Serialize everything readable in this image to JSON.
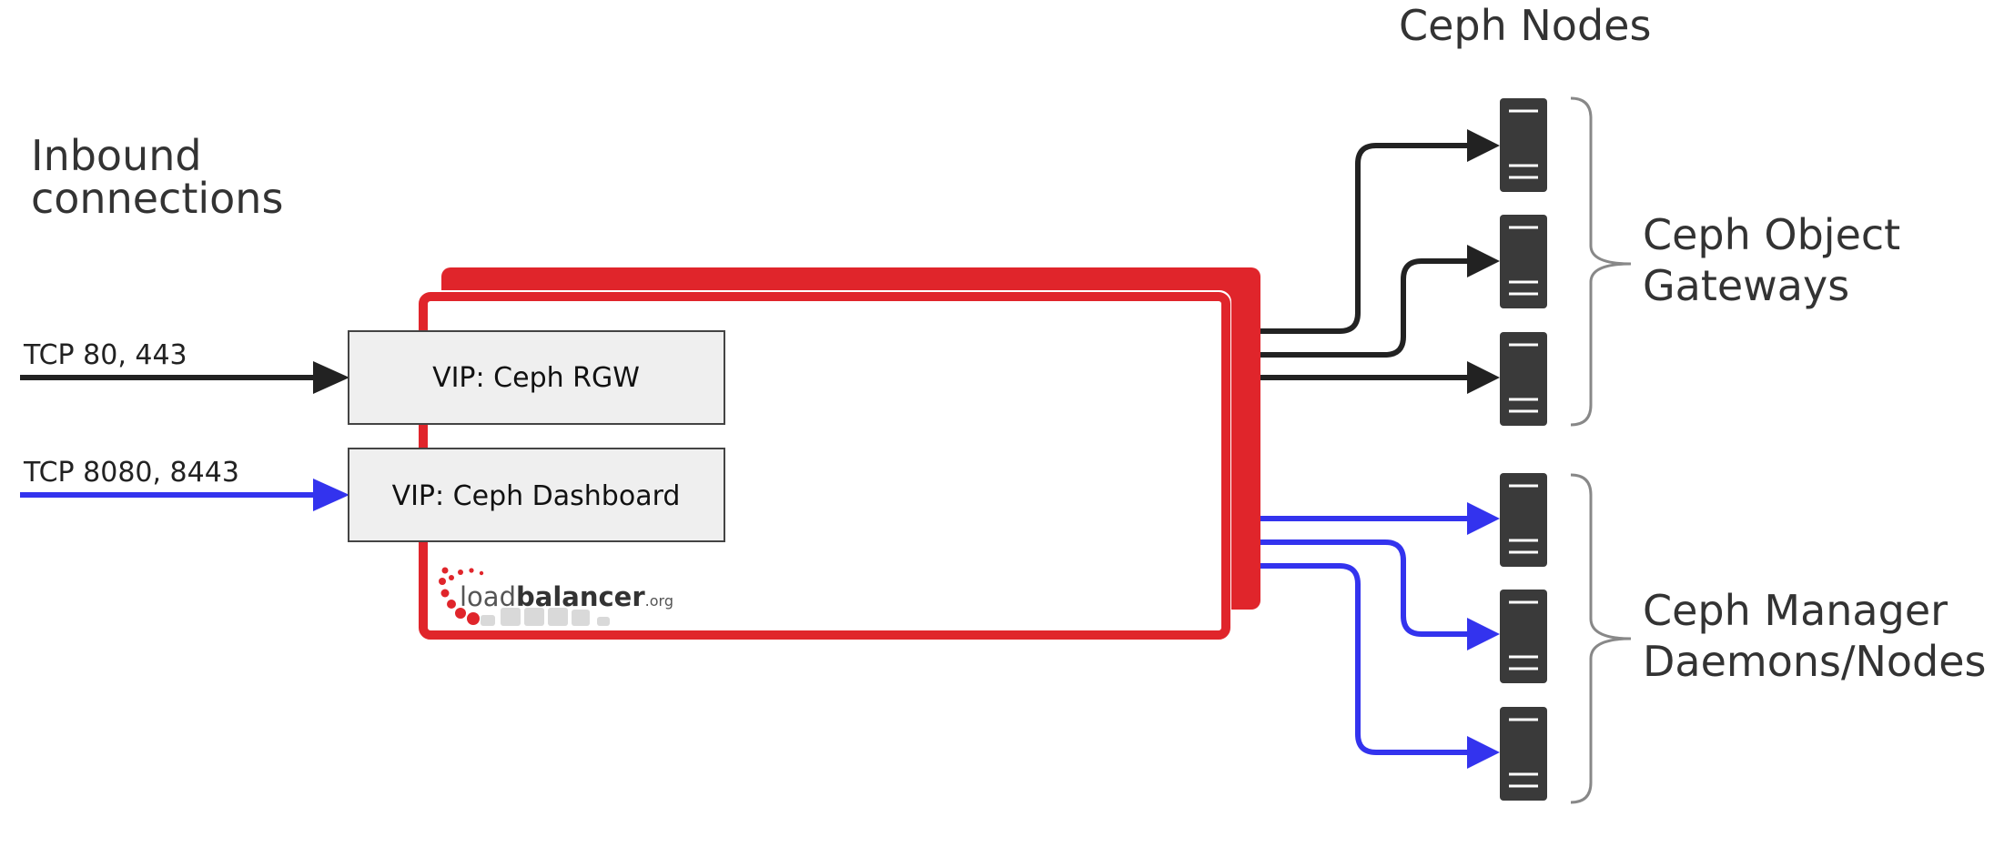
{
  "headings": {
    "ceph_nodes": "Ceph Nodes",
    "inbound_line1": "Inbound",
    "inbound_line2": "connections"
  },
  "inbound": {
    "rgw_ports": "TCP 80, 443",
    "dashboard_ports": "TCP 8080, 8443"
  },
  "vips": {
    "rgw": "VIP: Ceph RGW",
    "dashboard": "VIP: Ceph Dashboard"
  },
  "logo": {
    "text_light": "load",
    "text_bold": "balancer",
    "text_suffix": ".org"
  },
  "groups": {
    "object_gateways_line1": "Ceph Object",
    "object_gateways_line2": "Gateways",
    "manager_line1": "Ceph Manager",
    "manager_line2": "Daemons/Nodes"
  },
  "colors": {
    "appliance_red": "#e0252b",
    "rgw_flow": "#222222",
    "dashboard_flow": "#3333ee",
    "server": "#3a3a3a",
    "vip_fill": "#efefef"
  },
  "icons": {
    "server": "server-icon",
    "brace": "curly-brace-icon",
    "arrow": "arrow-icon"
  }
}
